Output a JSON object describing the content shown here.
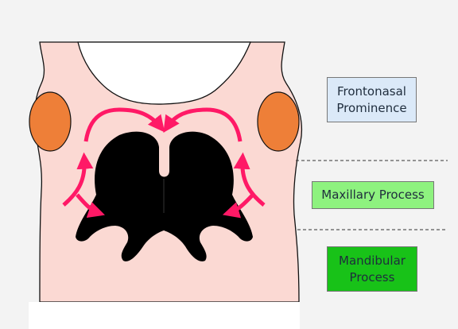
{
  "labels": {
    "frontonasal": {
      "line1": "Frontonasal",
      "line2": "Prominence",
      "color": "#dbe9f8"
    },
    "maxillary": {
      "text": "Maxillary Process",
      "color": "#8ef27f"
    },
    "mandibular": {
      "line1": "Mandibular",
      "line2": "Process",
      "color": "#18c218"
    }
  },
  "colors": {
    "background": "#f3f3f3",
    "face": "#fbd9d3",
    "outline": "#111111",
    "eye": "#ee7f38",
    "arrow": "#ff1966",
    "cavity": "#000000",
    "nostril_white": "#ffffff",
    "base_white": "#ffffff",
    "divider": "#333333"
  }
}
